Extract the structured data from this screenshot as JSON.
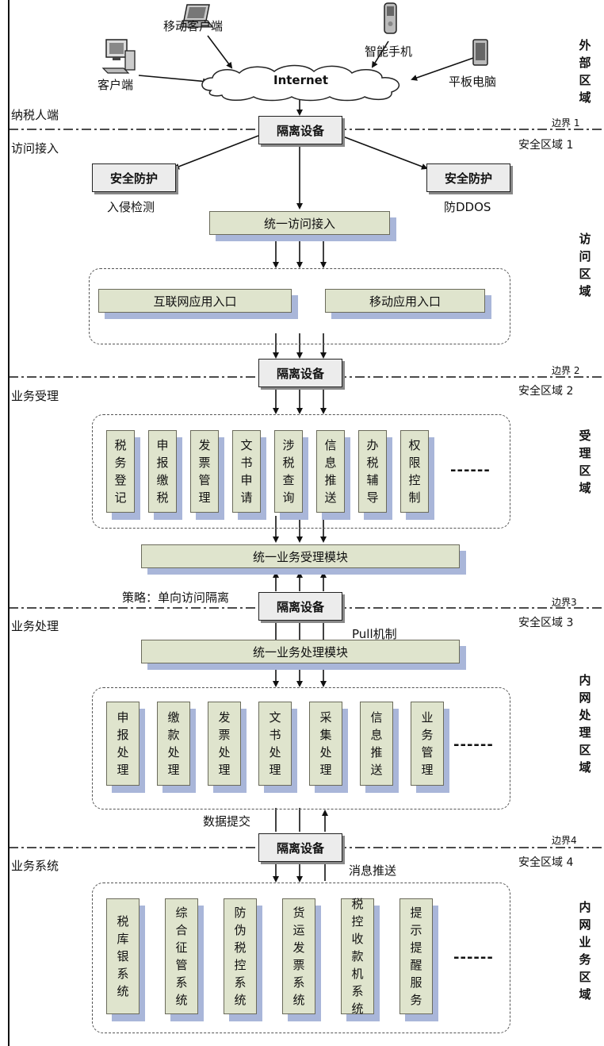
{
  "devices": {
    "client": "客户端",
    "mobile_client": "移动客户端",
    "smartphone": "智能手机",
    "tablet": "平板电脑",
    "internet": "Internet"
  },
  "sections": {
    "taxpayer": "纳税人端",
    "access": "访问接入",
    "business_accept": "业务受理",
    "business_process": "业务处理",
    "business_system": "业务系统"
  },
  "zones": {
    "external": "外部区域",
    "access": "访问区域",
    "accept": "受理区域",
    "internal_process": "内网处理区域",
    "internal_business": "内网业务区域"
  },
  "boundaries": {
    "b1": "边界 1",
    "b2": "边界 2",
    "b3": "边界3",
    "b4": "边界4"
  },
  "security_zones": {
    "z1": "安全区域 1",
    "z2": "安全区域 2",
    "z3": "安全区域 3",
    "z4": "安全区域 4"
  },
  "gate_label": "隔离设备",
  "guards": {
    "label": "安全防护",
    "left_caption": "入侵检测",
    "right_caption": "防DDOS"
  },
  "access_zone": {
    "unified": "统一访问接入",
    "internet_entry": "互联网应用入口",
    "mobile_entry": "移动应用入口"
  },
  "accept_zone": {
    "items": [
      "税务登记",
      "申报缴税",
      "发票管理",
      "文书申请",
      "涉税查询",
      "信息推送",
      "办税辅导",
      "权限控制"
    ],
    "ellipsis": "------",
    "unified": "统一业务受理模块",
    "policy": "策略：单向访问隔离",
    "pull": "Pull机制"
  },
  "process_zone": {
    "unified": "统一业务处理模块",
    "items": [
      "申报处理",
      "缴款处理",
      "发票处理",
      "文书处理",
      "采集处理",
      "信息推送",
      "业务管理"
    ],
    "ellipsis": "------",
    "submit": "数据提交",
    "push": "消息推送"
  },
  "system_zone": {
    "items": [
      "税库银系统",
      "综合征管系统",
      "防伪税控系统",
      "货运发票系统",
      "税控收款机系统",
      "提示提醒服务"
    ],
    "ellipsis": "------"
  }
}
